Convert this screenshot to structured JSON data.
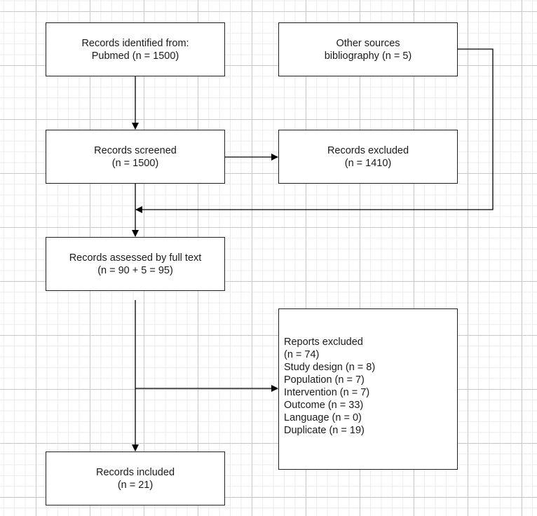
{
  "boxes": {
    "identified": {
      "line1": "Records identified from:",
      "line2": "Pubmed (n = 1500)"
    },
    "other_sources": {
      "line1": "Other sources",
      "line2": "bibliography (n = 5)"
    },
    "screened": {
      "line1": "Records screened",
      "line2": "(n = 1500)"
    },
    "excluded": {
      "line1": "Records excluded",
      "line2": "(n = 1410)"
    },
    "assessed": {
      "line1": "Records assessed by full text",
      "line2": "(n = 90 + 5 = 95)"
    },
    "reports_excluded": {
      "title": "Reports excluded",
      "total": "(n = 74)",
      "reasons": [
        "Study design (n = 8)",
        "Population (n = 7)",
        "Intervention (n = 7)",
        "Outcome (n = 33)",
        "Language (n = 0)",
        "Duplicate (n = 19)"
      ]
    },
    "included": {
      "line1": "Records included",
      "line2": "(n = 21)"
    }
  },
  "colors": {
    "line": "#000000",
    "border": "#222222",
    "grid_major": "#c9c9c9",
    "grid_minor": "#ececec"
  }
}
